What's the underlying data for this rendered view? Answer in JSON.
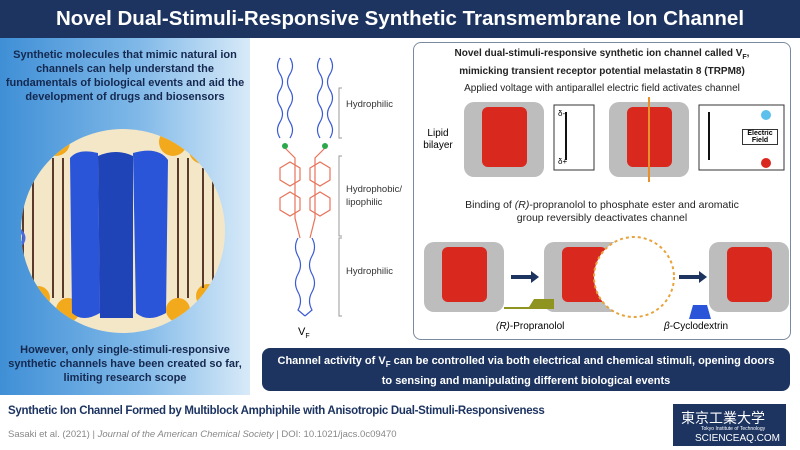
{
  "title": "Novel Dual-Stimuli-Responsive Synthetic Transmembrane Ion Channel",
  "left": {
    "top_text": "Synthetic molecules that mimic natural ion channels can help understand the fundamentals of biological events and aid the development of drugs and biosensors",
    "bottom_text": "However, only single-stimuli-responsive synthetic channels have been created so far, limiting research scope"
  },
  "middle": {
    "labels": [
      "Hydrophilic",
      "Hydrophobic/ lipophilic",
      "Hydrophilic"
    ],
    "molecule": "V",
    "molecule_sub": "F"
  },
  "right": {
    "heading_line1": "Novel dual-stimuli-responsive synthetic ion channel called V",
    "heading_sub": "F",
    "heading_line1_end": ",",
    "heading_line2": "mimicking transient receptor potential melastatin 8 (TRPM8)",
    "voltage_caption": "Applied voltage with antiparallel electric field activates channel",
    "lipid_label": "Lipid bilayer",
    "delta_minus": "δ-",
    "delta_plus": "δ+",
    "electric_field": "Electric Field",
    "binding_caption_pre": "Binding of ",
    "binding_caption_r": "(R)",
    "binding_caption_post": "-propranolol to phosphate ester and aromatic group reversibly deactivates channel",
    "propranolol_r": "(R)",
    "propranolol": "-Propranolol",
    "cyclodextrin_beta": "β",
    "cyclodextrin": "-Cyclodextrin"
  },
  "conclusion": {
    "pre": "Channel activity of V",
    "sub": "F",
    "post": " can be controlled via both electrical and chemical stimuli, opening doors to sensing and manipulating different biological events"
  },
  "footer": {
    "paper_title": "Synthetic Ion Channel Formed by Multiblock Amphiphile with Anisotropic Dual-Stimuli-Responsiveness",
    "authors": "Sasaki et al. (2021)",
    "journal": "Journal of the American Chemical Society",
    "doi": "DOI: 10.1021/jacs.0c09470"
  },
  "logo": {
    "name_jp": "東京工業大学",
    "name_en": "Tokyo Institute of Technology",
    "watermark": "SCIENCEAQ.COM"
  },
  "colors": {
    "navy": "#1d3461",
    "channel_red": "#d9281e",
    "lipid_gray": "#9a9a9a",
    "hydrophobic_pink": "#e8735a",
    "hydrophilic_blue": "#3b5bd6"
  }
}
